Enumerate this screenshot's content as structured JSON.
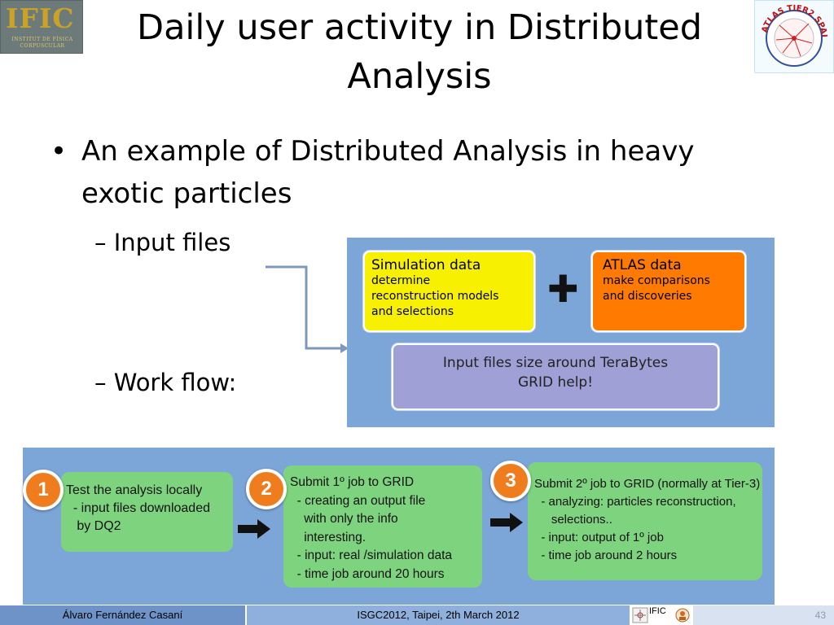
{
  "logos": {
    "ific_big": "IFIC",
    "ific_small": "INSTITUT DE FÍSICA CORPUSCULAR",
    "atlas_ring": "ATLAS TIER2 SPAIN"
  },
  "slide": {
    "title_line1": "Daily user activity in Distributed",
    "title_line2": "Analysis",
    "bullet_marker": "•",
    "bullet_text": "An example of Distributed Analysis in heavy exotic particles",
    "sub_input": "– Input files",
    "sub_workflow": "– Work flow:"
  },
  "input_panel": {
    "sim_title": "Simulation data",
    "sim_lines": [
      "determine",
      "reconstruction models",
      "and selections"
    ],
    "plus": "✚",
    "atlas_title": "ATLAS data",
    "atlas_lines": [
      "make comparisons",
      "and discoveries"
    ],
    "size_lines": [
      "Input files size around TeraBytes",
      "GRID help!"
    ]
  },
  "workflow": {
    "steps": [
      {
        "number": "1",
        "lines": [
          "Test the analysis locally",
          "  - input files downloaded",
          "   by DQ2"
        ]
      },
      {
        "number": "2",
        "lines": [
          "Submit 1º job to GRID",
          "  - creating an output file",
          "    with only the info",
          "    interesting.",
          "  - input: real /simulation data",
          "  - time job around 20 hours"
        ]
      },
      {
        "number": "3",
        "lines": [
          "Submit 2º job to GRID (normally at Tier-3)",
          "  - analyzing: particles reconstruction,",
          "     selections..",
          "  - input: output of 1º job",
          "  - time job around 2 hours"
        ]
      }
    ]
  },
  "footer": {
    "author": "Álvaro Fernández Casaní",
    "event": "ISGC2012, Taipei, 2th March 2012",
    "ific": "IFIC",
    "page": "43"
  },
  "colors": {
    "panel_blue": "#7ca5d8",
    "sim_yellow": "#f7f000",
    "atlas_orange": "#ff7a00",
    "size_lavender": "#9fa0d6",
    "step_green": "#7ed47e",
    "step_number_orange": "#f07d1d"
  }
}
